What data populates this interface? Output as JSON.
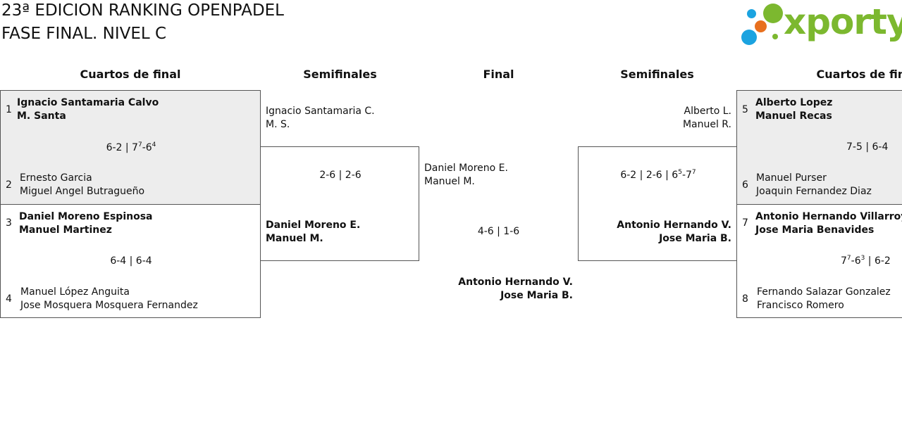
{
  "title": {
    "line1": "23ª EDICION RANKING OPENPADEL",
    "line2": "FASE FINAL. NIVEL C"
  },
  "logo": {
    "text": "xporty",
    "color_green": "#7cb82f",
    "color_blue": "#1ba3e0",
    "color_orange": "#e8701e"
  },
  "rounds": {
    "qf_left": "Cuartos de final",
    "sf_left": "Semifinales",
    "final": "Final",
    "sf_right": "Semifinales",
    "qf_right": "Cuartos de final"
  },
  "qf_left": [
    {
      "top": {
        "seed": "1",
        "p1": "Ignacio Santamaria Calvo",
        "p2": "M. Santa"
      },
      "bottom": {
        "seed": "2",
        "p1": "Ernesto Garcia",
        "p2": "Miguel Angel Butragueño"
      },
      "score": {
        "a": "6-2 | 7",
        "a_sup": "7",
        "b": "-6",
        "b_sup": "4"
      }
    },
    {
      "top": {
        "seed": "3",
        "p1": "Daniel Moreno Espinosa",
        "p2": "Manuel Martinez"
      },
      "bottom": {
        "seed": "4",
        "p1": "Manuel López Anguita",
        "p2": "Jose Mosquera Mosquera Fernandez"
      },
      "score": {
        "text": "6-4 | 6-4"
      }
    }
  ],
  "qf_right": [
    {
      "top": {
        "seed": "5",
        "p1": "Alberto Lopez",
        "p2": "Manuel Recas"
      },
      "bottom": {
        "seed": "6",
        "p1": "Manuel Purser",
        "p2": "Joaquin Fernandez Diaz"
      },
      "score": {
        "text": "7-5 | 6-4"
      }
    },
    {
      "top": {
        "seed": "7",
        "p1": "Antonio Hernando Villarroya",
        "p2": "Jose Maria Benavides"
      },
      "bottom": {
        "seed": "8",
        "p1": "Fernando Salazar Gonzalez",
        "p2": "Francisco Romero"
      },
      "score": {
        "a": "7",
        "a_sup": "7",
        "b": "-6",
        "b_sup": "3",
        "c": " | 6-2"
      }
    }
  ],
  "sf_left": {
    "top": {
      "p1": "Ignacio Santamaria C.",
      "p2": "M. S."
    },
    "bottom": {
      "p1": "Daniel Moreno E.",
      "p2": "Manuel M."
    },
    "score": "2-6 | 2-6"
  },
  "sf_right": {
    "top": {
      "p1": "Alberto L.",
      "p2": "Manuel R."
    },
    "bottom": {
      "p1": "Antonio Hernando V.",
      "p2": "Jose Maria B."
    },
    "score": {
      "a": "6-2 | 2-6 | 6",
      "a_sup": "5",
      "b": "-7",
      "b_sup": "7"
    }
  },
  "final": {
    "top": {
      "p1": "Daniel Moreno E.",
      "p2": "Manuel M."
    },
    "bottom": {
      "p1": "Antonio Hernando V.",
      "p2": "Jose Maria B."
    },
    "score": "4-6 | 1-6"
  }
}
